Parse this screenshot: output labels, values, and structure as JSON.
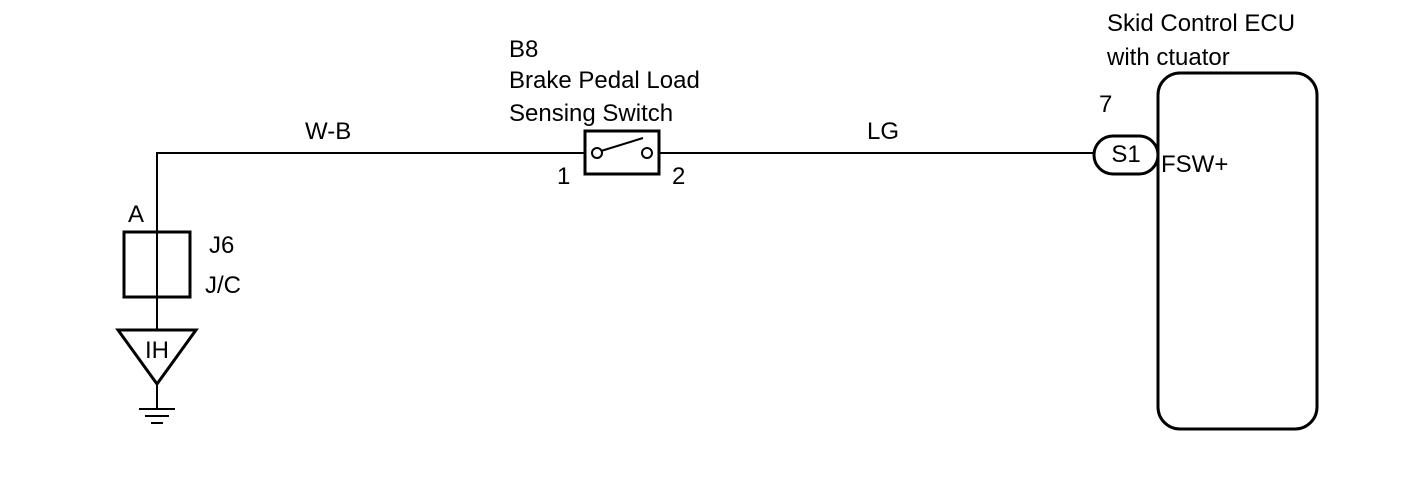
{
  "ecu": {
    "title_line1": "Skid Control ECU",
    "title_line2": "with ctuator",
    "pin_number": "7",
    "connector": "S1",
    "terminal": "FSW+"
  },
  "switch": {
    "code": "B8",
    "name_line1": "Brake Pedal Load",
    "name_line2": "Sensing Switch",
    "pin_left": "1",
    "pin_right": "2"
  },
  "wires": {
    "left_color": "W-B",
    "right_color": "LG"
  },
  "junction": {
    "pin": "A",
    "code": "J6",
    "type": "J/C"
  },
  "ground": {
    "label": "IH"
  }
}
